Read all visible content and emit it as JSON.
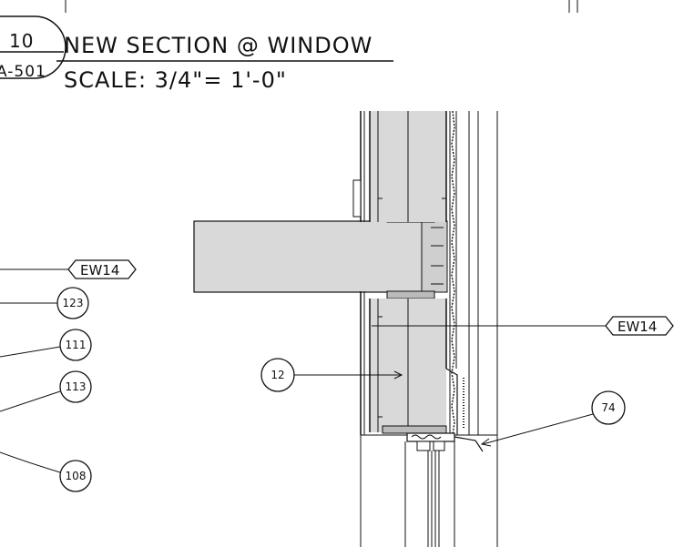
{
  "title_block": {
    "detail_number": "10",
    "sheet_number": "A-501",
    "title": "NEW SECTION @ WINDOW",
    "scale": "SCALE: 3/4\"= 1'-0\""
  },
  "callouts": {
    "wall_tag_left": "EW14",
    "wall_tag_right": "EW14",
    "bubble_123": "123",
    "bubble_111": "111",
    "bubble_113": "113",
    "bubble_108": "108",
    "bubble_12": "12",
    "bubble_74": "74"
  }
}
